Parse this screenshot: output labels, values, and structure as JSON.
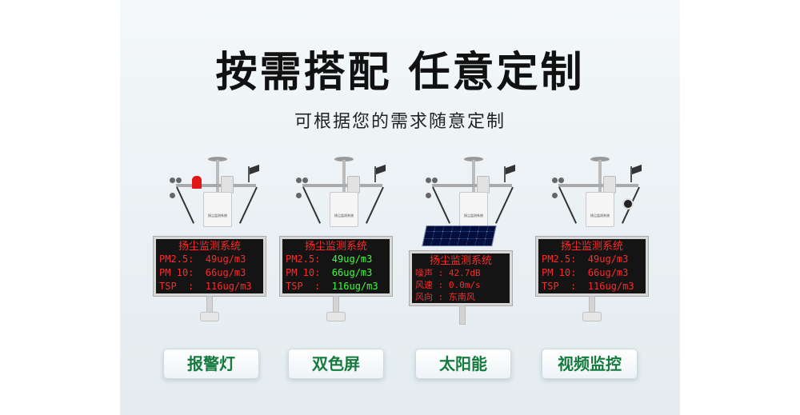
{
  "header": {
    "title": "按需搭配 任意定制",
    "subtitle": "可根据您的需求随意定制"
  },
  "stations": [
    {
      "box_label": "扬尘监测系统",
      "display": {
        "title": "扬尘监测系统",
        "rows": [
          "PM2.5:  49ug/m3",
          "PM 10:  66ug/m3",
          "TSP  :  116ug/m3"
        ]
      },
      "option": "报警灯"
    },
    {
      "box_label": "扬尘监测系统",
      "display": {
        "title": "扬尘监测系统",
        "rows": [
          "PM2.5:  ",
          "PM 10:  ",
          "TSP  :  "
        ],
        "values": [
          "49ug/m3",
          "66ug/m3",
          "116ug/m3"
        ]
      },
      "option": "双色屏"
    },
    {
      "box_label": "扬尘监测系统",
      "display": {
        "title": "扬尘监测系统",
        "rows": [
          "噪声 : 42.7dB",
          "风速 : 0.0m/s",
          "风向 : 东南风"
        ]
      },
      "option": "太阳能"
    },
    {
      "box_label": "扬尘监测系统",
      "display": {
        "title": "扬尘监测系统",
        "rows": [
          "PM2.5:  49ug/m3",
          "PM 10:  66ug/m3",
          "TSP  :  116ug/m3"
        ]
      },
      "option": "视频监控"
    }
  ],
  "colors": {
    "led_red": "#ff2a2a",
    "led_green": "#38ff3a",
    "button_text": "#157a3d",
    "alarm": "#e01818",
    "solar_panel": "#1d3b7a"
  },
  "icons": [
    "anemometer-icon",
    "wind-vane-icon",
    "alarm-light-icon",
    "camera-icon",
    "solar-panel-icon"
  ]
}
